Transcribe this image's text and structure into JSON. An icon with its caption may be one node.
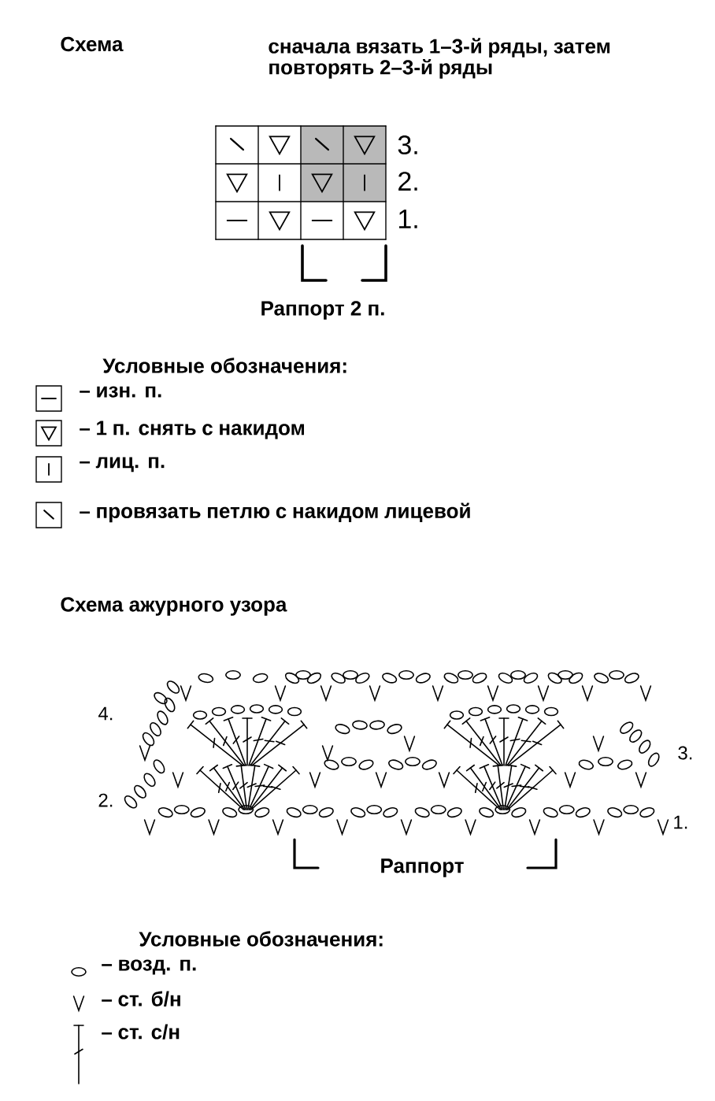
{
  "diagram": {
    "labels": [
      "Схема",
      "сначала вязать 1–3-й ряды, затем повторять 2–3-й ряды",
      "3.",
      "2.",
      "1.",
      "Раппорт 2 п.",
      "Условные обозначения:",
      "Схема ажурного узора",
      "4.",
      "3.",
      "2.",
      "1.",
      "Раппорт",
      "Условные обозначения:"
    ],
    "legend": [
      {
        "text": "– изн. п."
      },
      {
        "text": "– 1 п. снять с накидом"
      },
      {
        "text": "– лиц. п."
      },
      {
        "text": "– провязать петлю с накидом лицевой"
      },
      {
        "text": "– возд. п."
      },
      {
        "text": "– ст. б/н"
      },
      {
        "text": "– ст. с/н"
      }
    ]
  }
}
